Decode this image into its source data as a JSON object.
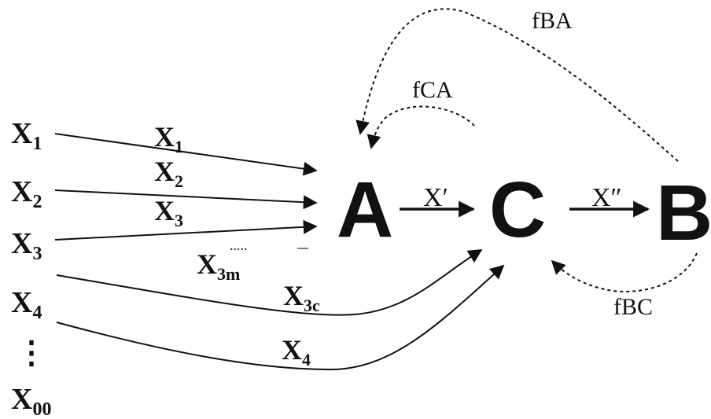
{
  "diagram": {
    "nodes": {
      "a": "A",
      "c": "C",
      "b": "B"
    },
    "inputs": {
      "x1": {
        "base": "X",
        "sub": "1"
      },
      "x2": {
        "base": "X",
        "sub": "2"
      },
      "x3": {
        "base": "X",
        "sub": "3"
      },
      "x4": {
        "base": "X",
        "sub": "4"
      },
      "dots": "⋮",
      "x00": {
        "base": "X",
        "sub": "00"
      }
    },
    "flows": {
      "x1": {
        "base": "X",
        "sub": "1"
      },
      "x2": {
        "base": "X",
        "sub": "2"
      },
      "x3": {
        "base": "X",
        "sub": "3"
      },
      "x3m": {
        "base": "X",
        "sub": "3m"
      },
      "x3c": {
        "base": "X",
        "sub": "3c"
      },
      "x4": {
        "base": "X",
        "sub": "4"
      },
      "x_prime": "X′",
      "x_double_prime": "X″",
      "fdots": "....."
    },
    "feedback": {
      "fba": "fBA",
      "fca": "fCA",
      "fbc": "fBC"
    }
  }
}
